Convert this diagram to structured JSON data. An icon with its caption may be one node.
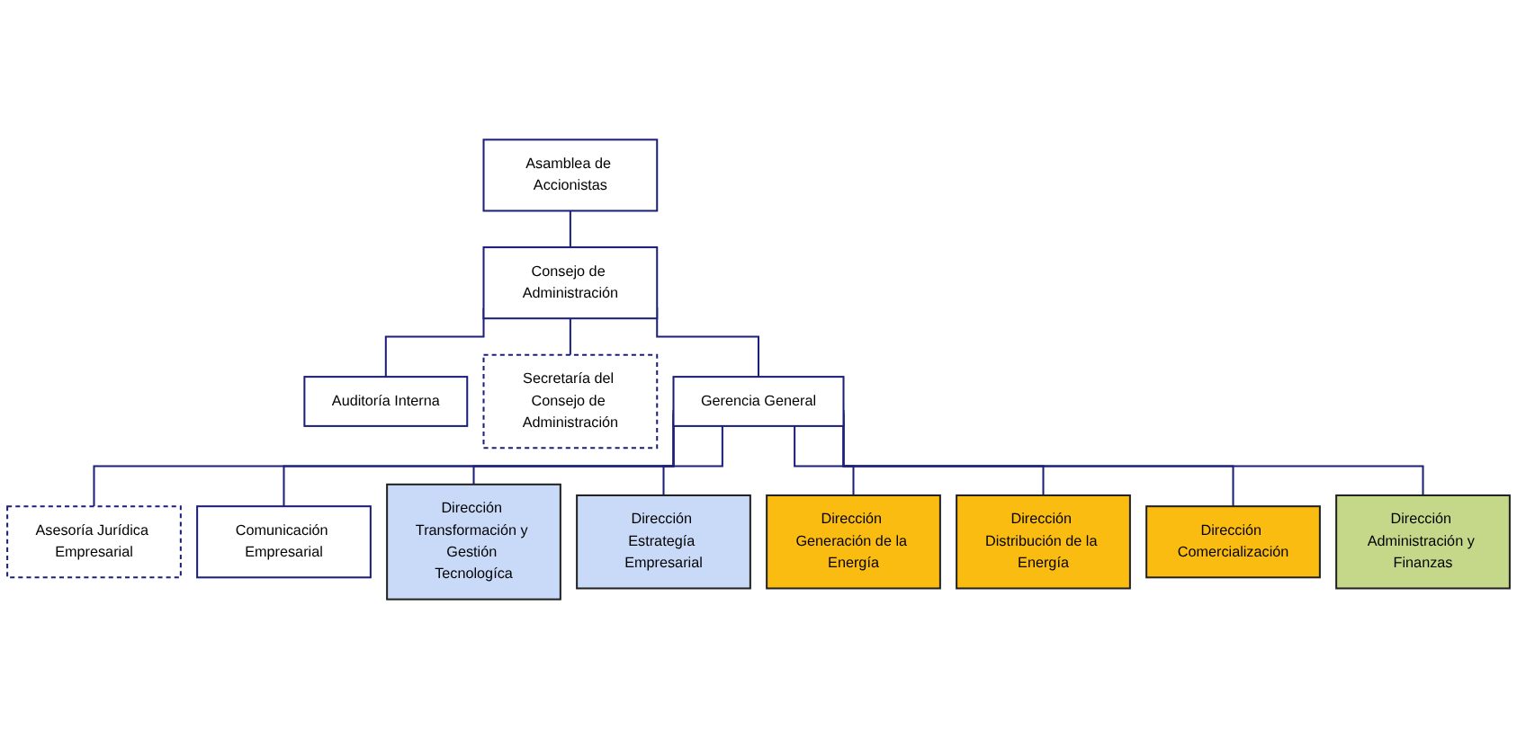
{
  "diagram": {
    "nodes": [
      {
        "text": [
          "Asamblea de Accionistas"
        ]
      },
      {
        "text": [
          "Consejo de Administración"
        ]
      },
      {
        "text": [
          "Auditoría Interna"
        ]
      },
      {
        "text": [
          "Secretaría del Consejo de Administración"
        ]
      },
      {
        "text": [
          "Gerencia General"
        ]
      },
      {
        "text": [
          "Asesoría Jurídica Empresarial"
        ]
      },
      {
        "text": [
          "Comunicación Empresarial"
        ]
      },
      {
        "text": [
          "Dirección Transformación y Gestión Tecnologíca"
        ]
      },
      {
        "text": [
          "Dirección Estrategía Empresarial"
        ]
      },
      {
        "text": [
          "Dirección Generación de la Energía"
        ]
      },
      {
        "text": [
          "Dirección Distribución de la Energía"
        ]
      },
      {
        "text": [
          "Dirección Comercialización"
        ]
      },
      {
        "text": [
          "Dirección Administración y Finanzas"
        ]
      }
    ],
    "edges": [
      {
        "from": 0,
        "to": 1,
        "arrow": "none"
      },
      {
        "from": 1,
        "to": 2,
        "arrow": "none"
      },
      {
        "from": 1,
        "to": 3,
        "arrow": "none"
      },
      {
        "from": 1,
        "to": 4,
        "arrow": "none"
      },
      {
        "from": 4,
        "to": 5,
        "arrow": "none"
      },
      {
        "from": 4,
        "to": 6,
        "arrow": "none"
      },
      {
        "from": 4,
        "to": 7,
        "arrow": "none"
      },
      {
        "from": 4,
        "to": 8,
        "arrow": "none"
      },
      {
        "from": 4,
        "to": 9,
        "arrow": "none"
      },
      {
        "from": 4,
        "to": 10,
        "arrow": "none"
      },
      {
        "from": 4,
        "to": 11,
        "arrow": "none"
      },
      {
        "from": 4,
        "to": 12,
        "arrow": "none"
      }
    ]
  }
}
